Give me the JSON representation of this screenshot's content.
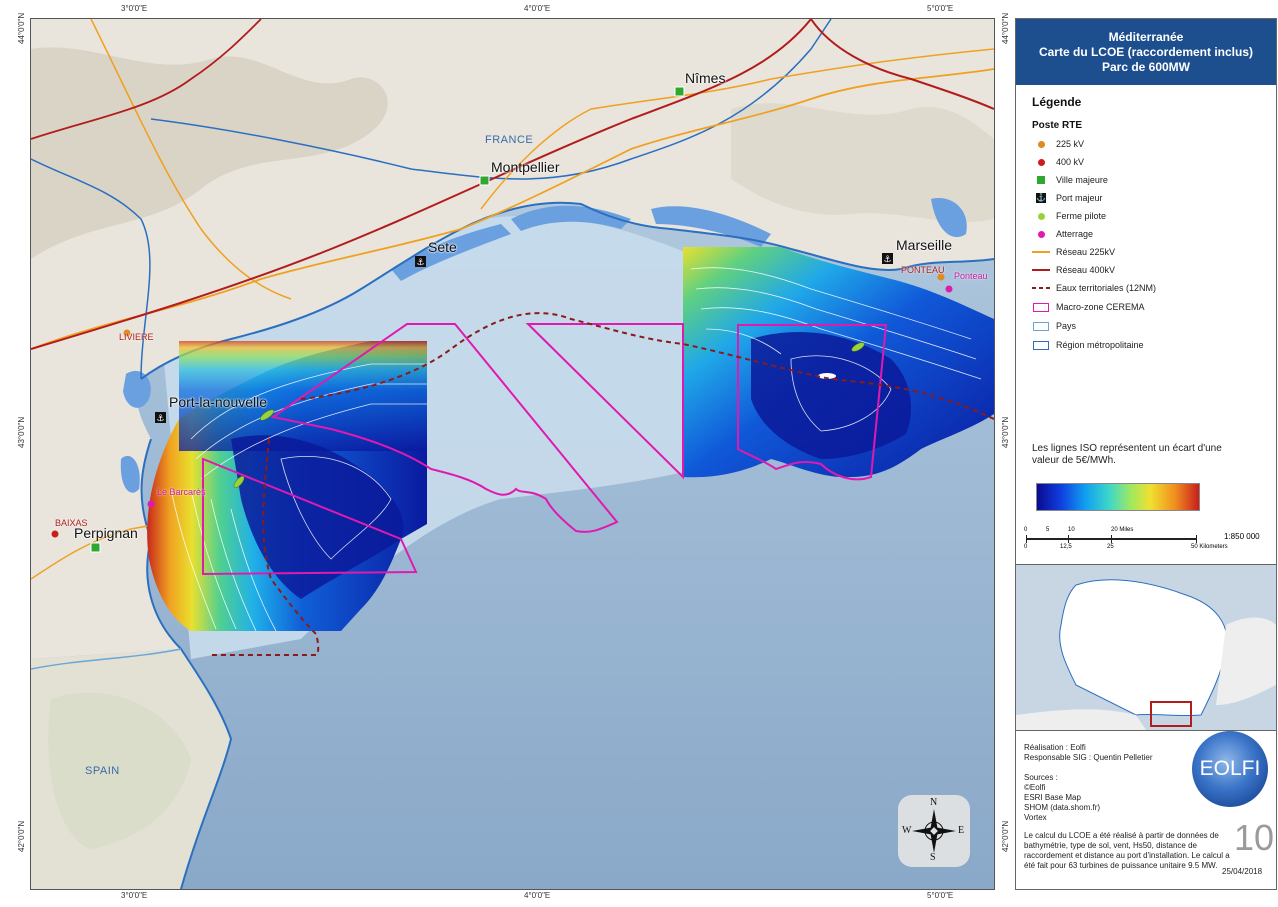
{
  "coords": {
    "top": [
      "3°0'0\"E",
      "4°0'0\"E",
      "5°0'0\"E"
    ],
    "bottom": [
      "3°0'0\"E",
      "4°0'0\"E",
      "5°0'0\"E"
    ],
    "left": [
      "44°0'0\"N",
      "43°0'0\"N",
      "42°0'0\"N"
    ],
    "right": [
      "44°0'0\"N",
      "43°0'0\"N",
      "42°0'0\"N"
    ]
  },
  "places": {
    "nimes": "Nîmes",
    "montpellier": "Montpellier",
    "sete": "Sete",
    "marseille": "Marseille",
    "port_la_nouvelle": "Port-la-nouvelle",
    "perpignan": "Perpignan",
    "france": "FRANCE",
    "spain": "SPAIN",
    "liviere": "LIVIERE",
    "baixas": "BAIXAS",
    "ponteau_sub": "PONTEAU",
    "le_barcares": "Le Barcarès",
    "ponteau_landing": "Ponteau"
  },
  "panel": {
    "title_lines": [
      "Méditerranée",
      "Carte du LCOE (raccordement inclus)",
      "Parc de 600MW"
    ],
    "legend_title": "Légende",
    "legend_subtitle": "Poste RTE",
    "items": [
      {
        "label": "225 kV",
        "symbol": "dot",
        "color": "#e08a20"
      },
      {
        "label": "400 kV",
        "symbol": "dot",
        "color": "#c81e1e"
      },
      {
        "label": "Ville majeure",
        "symbol": "square",
        "color": "#2fa82f"
      },
      {
        "label": "Port majeur",
        "symbol": "anchor-icon",
        "color": "#111111"
      },
      {
        "label": "Ferme pilote",
        "symbol": "dot",
        "color": "#9ad23a"
      },
      {
        "label": "Atterrage",
        "symbol": "dot",
        "color": "#e01ab0"
      },
      {
        "label": "Réseau 225kV",
        "symbol": "line",
        "color": "#f0a020"
      },
      {
        "label": "Réseau 400kV",
        "symbol": "line",
        "color": "#b21c1c"
      },
      {
        "label": "Eaux territoriales (12NM)",
        "symbol": "dashed-line",
        "color": "#8b1a1a"
      },
      {
        "label": "Macro-zone CEREMA",
        "symbol": "box",
        "color": "#e01ab0"
      },
      {
        "label": "Pays",
        "symbol": "box",
        "color": "#6aa6d8"
      },
      {
        "label": "Région métropolitaine",
        "symbol": "box",
        "color": "#2b6fbf"
      }
    ],
    "iso_note": "Les lignes ISO représentent un écart d'une valeur de 5€/MWh.",
    "scale": {
      "miles_ticks": [
        "0",
        "5",
        "10",
        "20 Miles"
      ],
      "km_ticks": [
        "0",
        "12,5",
        "25",
        "50 Kilometers"
      ],
      "ratio": "1:850 000"
    },
    "credits": {
      "realisation": "Réalisation : Eolfi",
      "responsable": "Responsable SIG : Quentin Pelletier",
      "sources_title": "Sources :",
      "sources": [
        "©Eolfi",
        "ESRI Base Map",
        "SHOM (data.shom.fr)",
        "Vortex"
      ],
      "note": "Le calcul du LCOE a été réalisé à partir de données de bathymétrie, type de sol, vent, Hs50, distance de raccordement et distance au port d'installation. Le calcul a été fait pour 63 turbines de puissance unitaire 9.5 MW.",
      "logo_text": "EOLFI",
      "page_number": "10",
      "date": "25/04/2018"
    }
  },
  "compass": {
    "n": "N",
    "s": "S",
    "e": "E",
    "w": "W"
  },
  "colors": {
    "title_bg": "#1d4f8f",
    "sea": "#b9cfe0",
    "land": "#e9e5dc",
    "macro_zone": "#e01ab0",
    "territorial": "#8b1a1a",
    "grid_225": "#f0a020",
    "grid_400": "#b21c1c",
    "region": "#2b6fbf"
  }
}
